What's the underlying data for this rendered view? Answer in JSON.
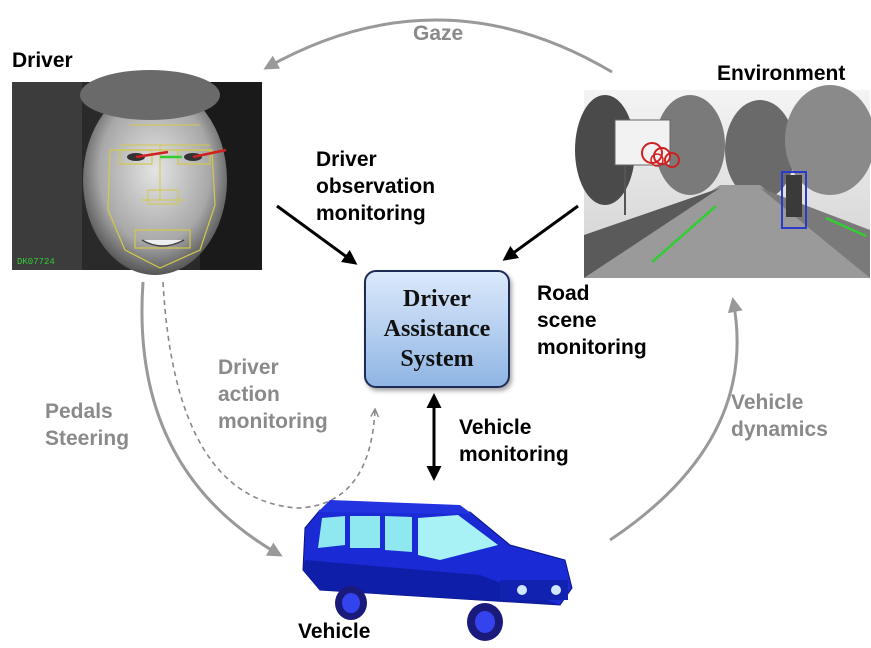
{
  "titles": {
    "driver": "Driver",
    "environment": "Environment",
    "vehicle": "Vehicle"
  },
  "center": {
    "system": "Driver\nAssistance\nSystem"
  },
  "labels": {
    "gaze": "Gaze",
    "driver_observation": "Driver\nobservation\nmonitoring",
    "road_scene": "Road\nscene\nmonitoring",
    "driver_action": "Driver\naction\nmonitoring",
    "pedals_steering": "Pedals\nSteering",
    "vehicle_monitoring": "Vehicle\nmonitoring",
    "vehicle_dynamics": "Vehicle\ndynamics"
  },
  "face_image": {
    "overlay_text": "DK07724"
  },
  "colors": {
    "dark_arrow": "#000000",
    "gray_arrow": "#999999",
    "gray_text": "#8a8a8a",
    "box_fill": "#b2cdee",
    "vehicle_body": "#1a2bd6"
  }
}
